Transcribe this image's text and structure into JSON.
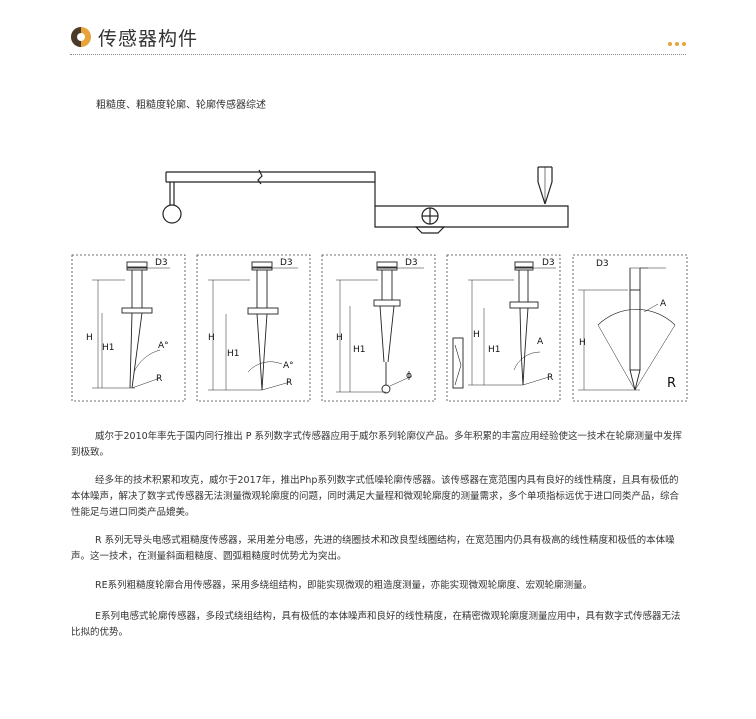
{
  "header": {
    "title": "传感器构件"
  },
  "subtitle": "粗糙度、粗糙度轮廓、轮廓传感器综述",
  "diagram": {
    "labels": {
      "d3": "D3",
      "h": "H",
      "h1": "H1",
      "a_deg": "A°",
      "a": "A",
      "r": "R",
      "phi": "ϕ"
    }
  },
  "paragraphs": [
    "威尔于2010年率先于国内同行推出 P 系列数字式传感器应用于威尔系列轮廓仪产品。多年积累的丰富应用经验使这一技术在轮廓测量中发挥到极致。",
    "经多年的技术积累和攻克，威尔于2017年，推出Php系列数字式低噪轮廓传感器。该传感器在宽范围内具有良好的线性精度，且具有极低的本体噪声，解决了数字式传感器无法测量微观轮廓度的问题，同时满足大量程和微观轮廓度的测量需求，多个单项指标远优于进口同类产品，综合性能足与进口同类产品媲美。",
    " R 系列无导头电感式粗糙度传感器，采用差分电感，先进的绕圈技术和改良型线圈结构，在宽范围内仍具有极高的线性精度和极低的本体噪声。这一技术，在测量斜面粗糙度、圆弧粗糙度时优势尤为突出。",
    "RE系列粗糙度轮廓合用传感器，采用多绕组结构，即能实现微观的粗造度测量，亦能实现微观轮廓度、宏观轮廓测量。",
    "E系列电感式轮廓传感器，多段式绕组结构，具有极低的本体噪声和良好的线性精度，在精密微观轮廓度测量应用中，具有数字式传感器无法比拟的优势。"
  ]
}
